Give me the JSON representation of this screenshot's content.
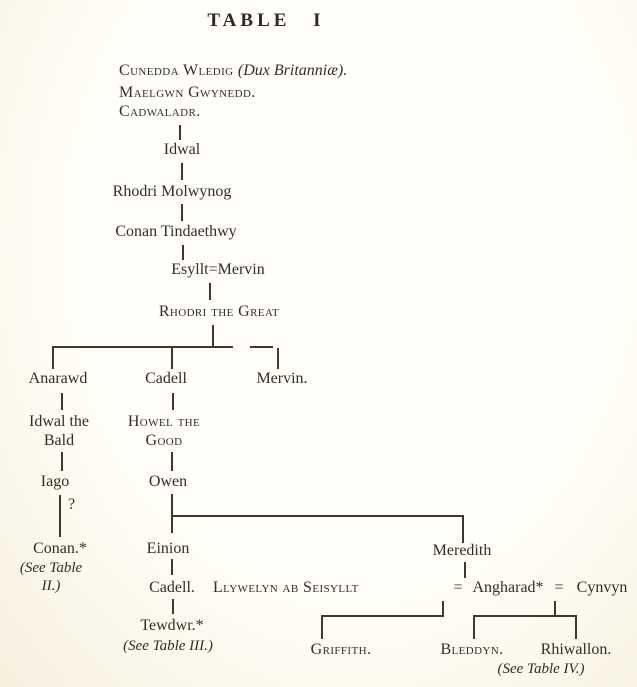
{
  "title": "TABLE I",
  "page": {
    "paper_color": "#fcfaef",
    "ink_color": "#312e27",
    "line_color": "#3d3930"
  },
  "header": {
    "cunedda": "Cunedda Wledig ",
    "cunedda_note": "(Dux Britanniæ).",
    "maelgwn": "Maelgwn Gwynedd.",
    "cadwaladr": "Cadwaladr."
  },
  "nodes": {
    "idwal": "Idwal",
    "rhodri_molwynog": "Rhodri Molwynog",
    "conan_tindaethwy": "Conan Tindaethwy",
    "esyllt_mervin": "Esyllt=Mervin",
    "rhodri_great": "Rhodri the Great",
    "anarawd": "Anarawd",
    "cadell": "Cadell",
    "mervin": "Mervin.",
    "idwal_bald_line1": "Idwal the",
    "idwal_bald_line2": "Bald",
    "howel_line1": "Howel the",
    "howel_line2": "Good",
    "iago": "Iago",
    "owen": "Owen",
    "uncertain_mark": "?",
    "conan": "Conan.*",
    "conan_ref_line1": "(See Table",
    "conan_ref_line2": "II.)",
    "einion": "Einion",
    "meredith": "Meredith",
    "cadell_second": "Cadell.",
    "llywelyn": "Llywelyn ab Seisyllt",
    "marriage_sign_1": "=",
    "angharad": "Angharad*",
    "marriage_sign_2": "=",
    "cynvyn": "Cynvyn",
    "tewdwr": "Tewdwr.*",
    "tewdwr_ref": "(See Table III.)",
    "griffith": "Griffith.",
    "bleddyn": "Bleddyn.",
    "rhiwallon": "Rhiwallon.",
    "rhiwallon_ref": "(See Table IV.)"
  }
}
